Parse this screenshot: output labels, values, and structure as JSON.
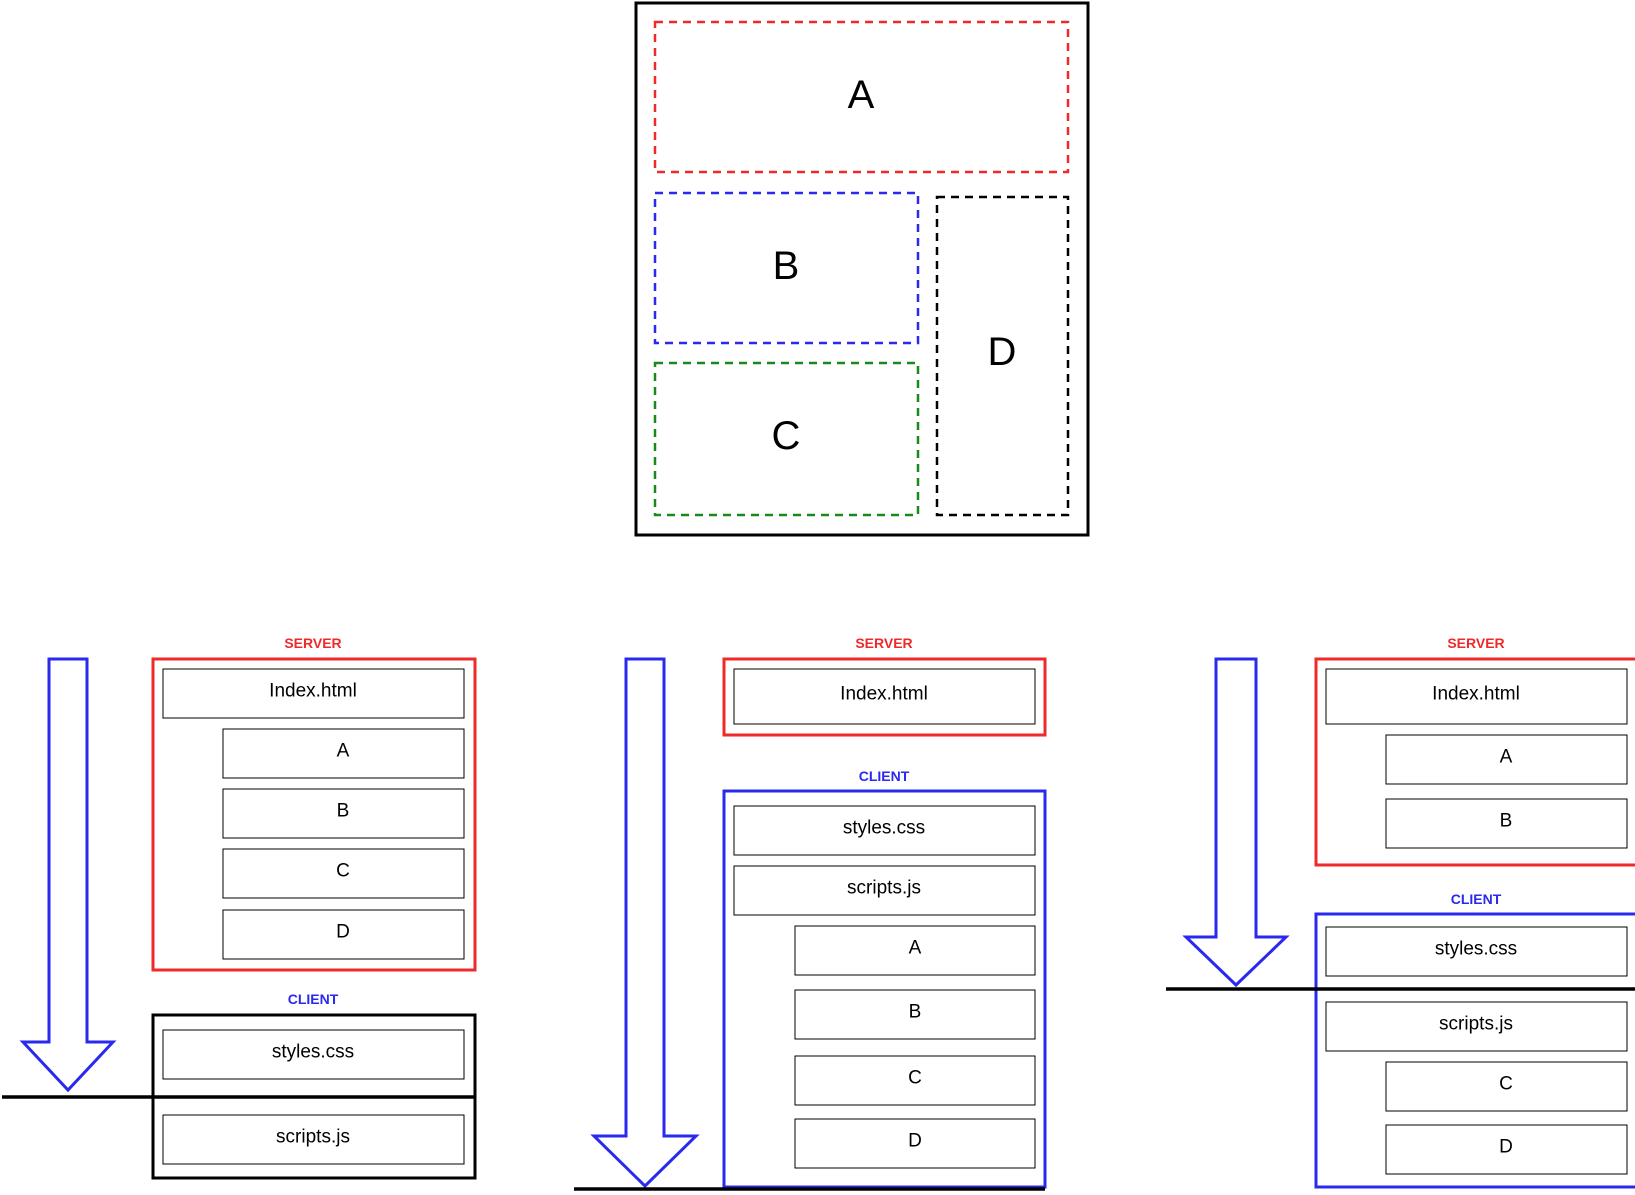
{
  "colors": {
    "server": "#ee2a2a",
    "client": "#2a2aee",
    "region_a": "#ee2a2a",
    "region_b": "#2a2aee",
    "region_c": "#1a8a1a",
    "region_d": "#000000",
    "arrow": "#2a2aee",
    "line": "#000000"
  },
  "layout_mockup": {
    "regions": {
      "a": "A",
      "b": "B",
      "c": "C",
      "d": "D"
    }
  },
  "scenarios": [
    {
      "server_label": "SERVER",
      "client_label": "CLIENT",
      "server_files": [
        "Index.html",
        "A",
        "B",
        "C",
        "D"
      ],
      "client_files": [
        "styles.css",
        "scripts.js"
      ]
    },
    {
      "server_label": "SERVER",
      "client_label": "CLIENT",
      "server_files": [
        "Index.html"
      ],
      "client_files": [
        "styles.css",
        "scripts.js",
        "A",
        "B",
        "C",
        "D"
      ]
    },
    {
      "server_label": "SERVER",
      "client_label": "CLIENT",
      "server_files": [
        "Index.html",
        "A",
        "B"
      ],
      "client_files": [
        "styles.css",
        "scripts.js",
        "C",
        "D"
      ]
    }
  ]
}
